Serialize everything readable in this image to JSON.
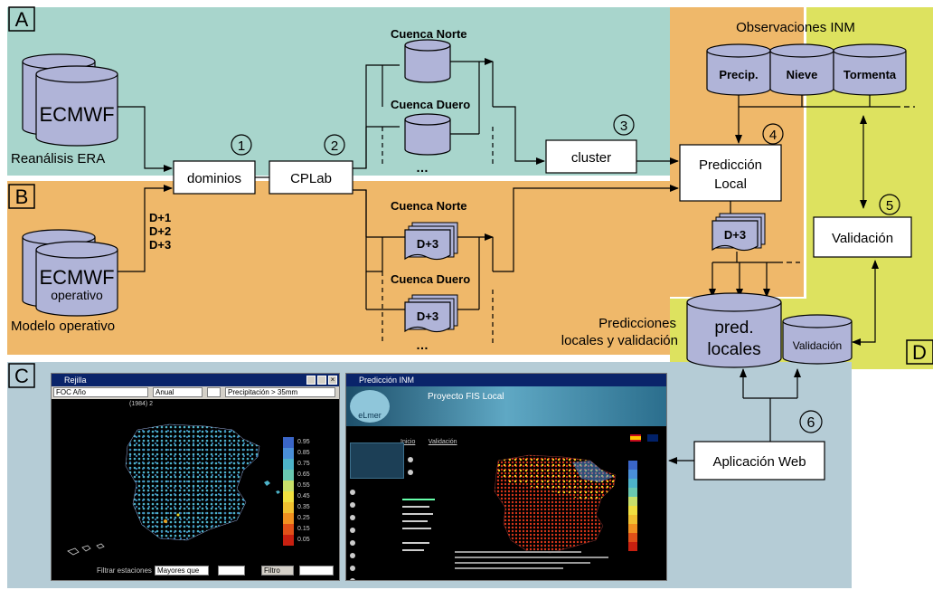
{
  "sections": {
    "a": "A",
    "b": "B",
    "c": "C",
    "d": "D"
  },
  "colors": {
    "section_a": "#a8d5cc",
    "section_b": "#efb86a",
    "section_c": "#b5ccd6",
    "section_d": "#dde25f",
    "cylinder": "#b0b4d8"
  },
  "sources": {
    "reanalysis_db": "ECMWF",
    "reanalysis_label": "Reanálisis ERA",
    "operational_db": "ECMWF",
    "operational_db_sub": "operativo",
    "operational_label": "Modelo operativo",
    "forecast_days": [
      "D+1",
      "D+2",
      "D+3"
    ]
  },
  "process": {
    "dominios": "dominios",
    "cplab": "CPLab",
    "cluster": "cluster",
    "prediccion_line1": "Predicción",
    "prediccion_line2": "Local",
    "validacion": "Validación",
    "aplicacion_web": "Aplicación Web"
  },
  "basins": {
    "norte": "Cuenca Norte",
    "duero": "Cuenca Duero",
    "ellipsis": "…",
    "doc_label": "D+3"
  },
  "observations": {
    "title": "Observaciones INM",
    "items": [
      "Precip.",
      "Nieve",
      "Tormenta"
    ]
  },
  "outputs": {
    "doc_label": "D+3",
    "caption_line1": "Predicciones",
    "caption_line2": "locales y validación",
    "pred_db_line1": "pred.",
    "pred_db_line2": "locales",
    "valid_db": "Validación"
  },
  "steps": [
    "1",
    "2",
    "3",
    "4",
    "5",
    "6"
  ],
  "screenshot_left": {
    "title": "Rejilla",
    "toolbar": [
      "FOC Año",
      "Anual",
      "Precipitación > 35mm"
    ],
    "subtitle": "(1984) 2",
    "legend_values": [
      "0.95",
      "0.85",
      "0.75",
      "0.65",
      "0.55",
      "0.45",
      "0.35",
      "0.25",
      "0.15",
      "0.05"
    ],
    "status_label": "Filtrar estaciones",
    "status_select": "Mayores que",
    "status_button": "Filtro"
  },
  "screenshot_right": {
    "title": "Predicción INM",
    "banner": "Proyecto FIS Local",
    "logo": "eLmer",
    "tabs": [
      "Inicio",
      "Validación"
    ]
  }
}
